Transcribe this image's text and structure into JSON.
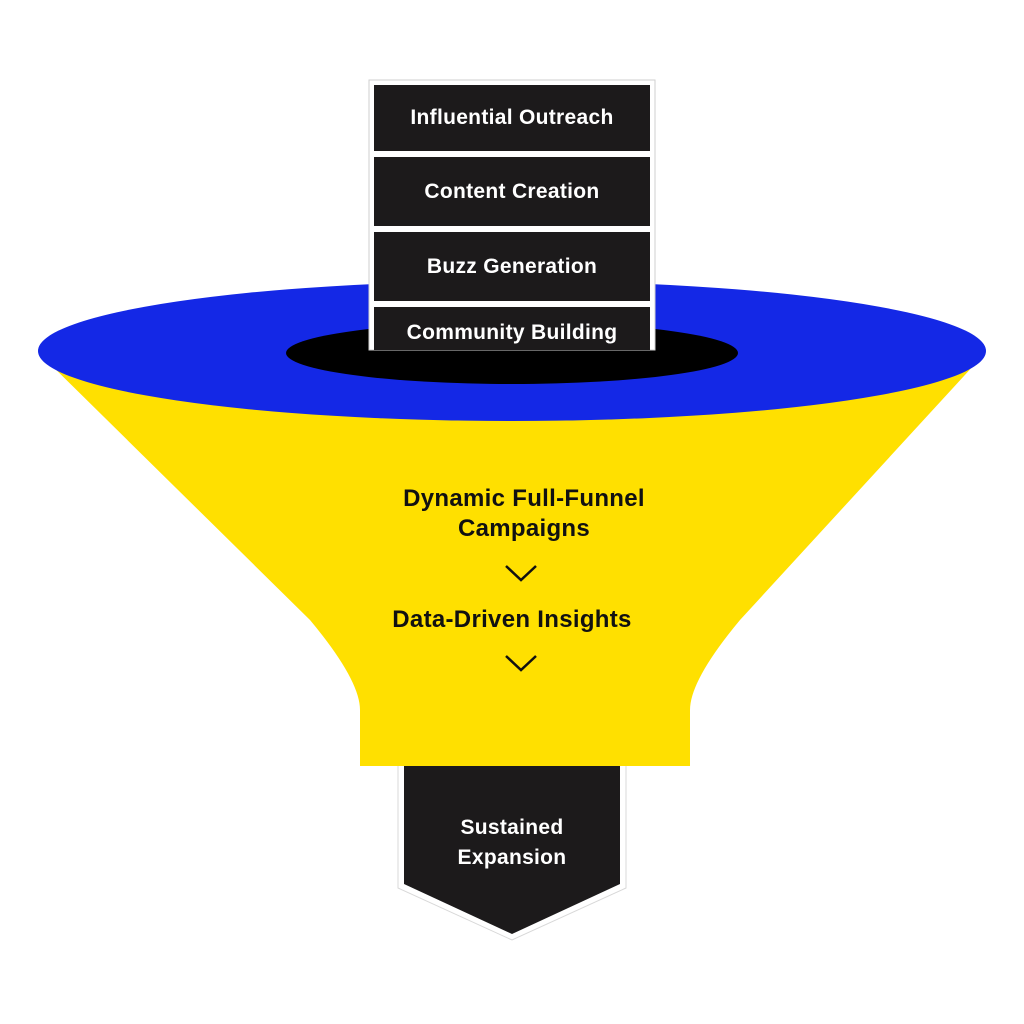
{
  "stack": {
    "items": [
      {
        "label": "Influential Outreach"
      },
      {
        "label": "Content Creation"
      },
      {
        "label": "Buzz Generation"
      },
      {
        "label": "Community Building"
      }
    ]
  },
  "funnel": {
    "stage_1": "Dynamic Full-Funnel Campaigns",
    "stage_2": "Data-Driven Insights",
    "arrow_icon": "chevron-down-icon"
  },
  "output": {
    "label": "Sustained Expansion"
  },
  "colors": {
    "rim": "#1428e6",
    "funnel_body": "#ffe000",
    "hole": "#000000",
    "box": "#1c1a1b",
    "arrow": "#111111"
  }
}
